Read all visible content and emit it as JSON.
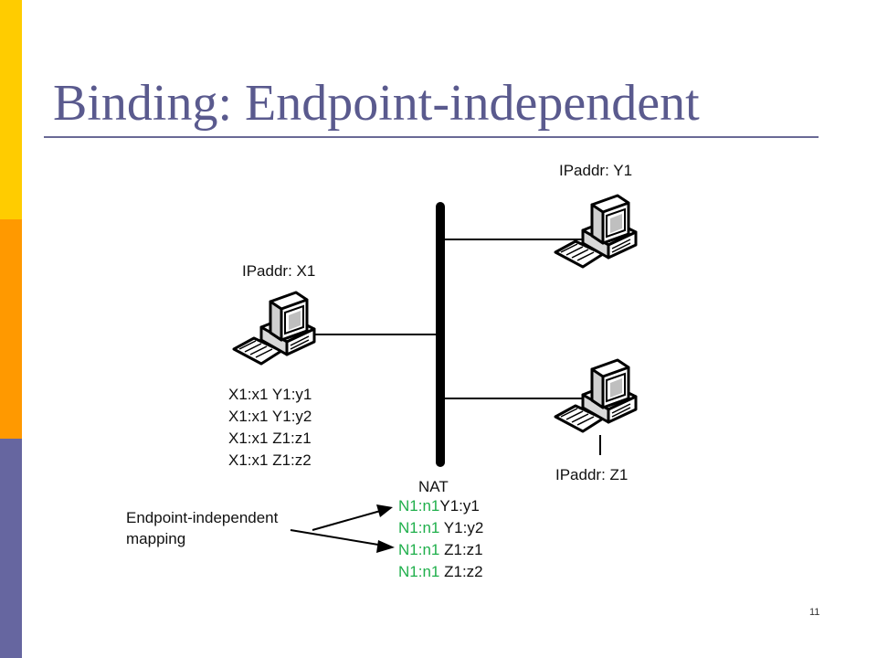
{
  "slide": {
    "title": "Binding: Endpoint-independent",
    "page_number": "11"
  },
  "hosts": {
    "x1": {
      "label": "IPaddr: X1"
    },
    "y1": {
      "label": "IPaddr: Y1"
    },
    "z1": {
      "label": "IPaddr: Z1"
    }
  },
  "nat": {
    "label": "NAT"
  },
  "internal_bindings": [
    {
      "src": "X1:x1",
      "dst": "Y1:y1"
    },
    {
      "src": "X1:x1",
      "dst": "Y1:y2"
    },
    {
      "src": "X1:x1",
      "dst": "Z1:z1"
    },
    {
      "src": "X1:x1",
      "dst": "Z1:z2"
    }
  ],
  "external_bindings": [
    {
      "mapped": "N1:n1",
      "dst": "Y1:y1"
    },
    {
      "mapped": "N1:n1",
      "dst": "Y1:y2"
    },
    {
      "mapped": "N1:n1",
      "dst": "Z1:z1"
    },
    {
      "mapped": "N1:n1",
      "dst": "Z1:z2"
    }
  ],
  "annotation": {
    "line1": "Endpoint-independent",
    "line2": "mapping"
  },
  "colors": {
    "mapped_text": "#1faf4b",
    "title": "#5a5a8e"
  }
}
